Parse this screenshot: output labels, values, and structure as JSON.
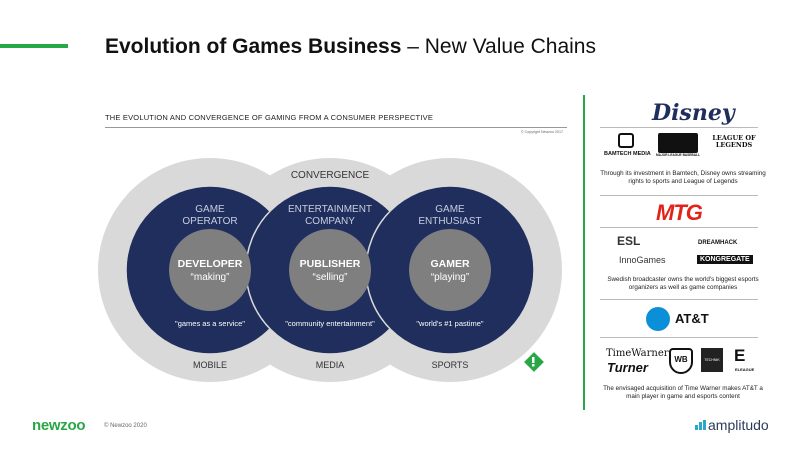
{
  "header": {
    "title_bold": "Evolution of Games Business",
    "title_rest": "– New Value Chains"
  },
  "figure": {
    "subtitle": "THE EVOLUTION AND CONVERGENCE OF GAMING FROM A CONSUMER PERSPECTIVE",
    "copyright_small": "© Copyright Newzoo 2017",
    "convergence": "CONVERGENCE",
    "circles": [
      {
        "role_line1": "GAME",
        "role_line2": "OPERATOR",
        "actor": "DEVELOPER",
        "action": "“making”",
        "quote": "\"games as a service\"",
        "segment": "MOBILE"
      },
      {
        "role_line1": "ENTERTAINMENT",
        "role_line2": "COMPANY",
        "actor": "PUBLISHER",
        "action": "“selling”",
        "quote": "\"community entertainment\"",
        "segment": "MEDIA"
      },
      {
        "role_line1": "GAME",
        "role_line2": "ENTHUSIAST",
        "actor": "GAMER",
        "action": "“playing”",
        "quote": "\"world's #1 pastime\"",
        "segment": "SPORTS"
      }
    ],
    "colors": {
      "outer": "#d9d9d9",
      "ring": "#1f2e5c",
      "inner": "#7f7f7f",
      "accent": "#27a745"
    }
  },
  "sidebar": {
    "disney": {
      "logo": "Disney",
      "logos": [
        "BAMTECH MEDIA",
        "MAJOR LEAGUE BASEBALL",
        "LEAGUE OF LEGENDS"
      ],
      "caption": "Through its investment in Bamtech, Disney owns streaming rights to sports and League of Legends"
    },
    "mtg": {
      "logo": "MTG",
      "logos": [
        "ESL",
        "DREAMHACK",
        "InnoGames",
        "KONGREGATE"
      ],
      "caption": "Swedish broadcaster owns the world's biggest esports organizers as well as game companies"
    },
    "att": {
      "logo": "AT&T",
      "logos": [
        "TimeWarner",
        "Turner",
        "WB",
        "TECHNIK",
        "ELEAGUE"
      ],
      "caption": "The envisaged acquisition of Time Warner makes AT&T a main player in game and esports content"
    }
  },
  "footer": {
    "brand": "newzoo",
    "copyright": "© Newzoo 2020",
    "partner": "amplitudo"
  }
}
